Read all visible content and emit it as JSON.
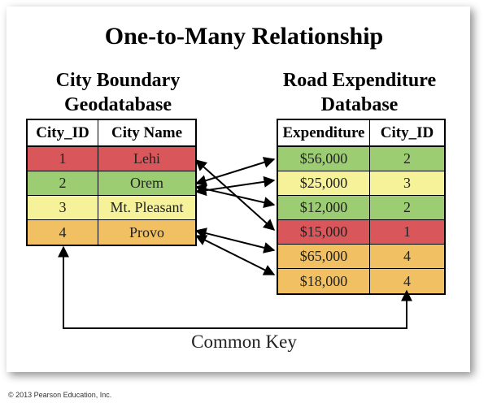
{
  "title": "One-to-Many Relationship",
  "left_table": {
    "heading": [
      "City Boundary",
      "Geodatabase"
    ],
    "columns": [
      "City_ID",
      "City Name"
    ],
    "rows": [
      {
        "id": "1",
        "name": "Lehi",
        "color": "#d9575b"
      },
      {
        "id": "2",
        "name": "Orem",
        "color": "#9dcd73"
      },
      {
        "id": "3",
        "name": "Mt. Pleasant",
        "color": "#f6f29a"
      },
      {
        "id": "4",
        "name": "Provo",
        "color": "#f1c062"
      }
    ]
  },
  "right_table": {
    "heading": [
      "Road Expenditure",
      "Database"
    ],
    "columns": [
      "Expenditure",
      "City_ID"
    ],
    "rows": [
      {
        "expenditure": "$56,000",
        "id": "2",
        "color": "#9dcd73"
      },
      {
        "expenditure": "$25,000",
        "id": "3",
        "color": "#f6f29a"
      },
      {
        "expenditure": "$12,000",
        "id": "2",
        "color": "#9dcd73"
      },
      {
        "expenditure": "$15,000",
        "id": "1",
        "color": "#d9575b"
      },
      {
        "expenditure": "$65,000",
        "id": "4",
        "color": "#f1c062"
      },
      {
        "expenditure": "$18,000",
        "id": "4",
        "color": "#f1c062"
      }
    ]
  },
  "common_key_label": "Common Key",
  "copyright": "© 2013 Pearson Education, Inc."
}
